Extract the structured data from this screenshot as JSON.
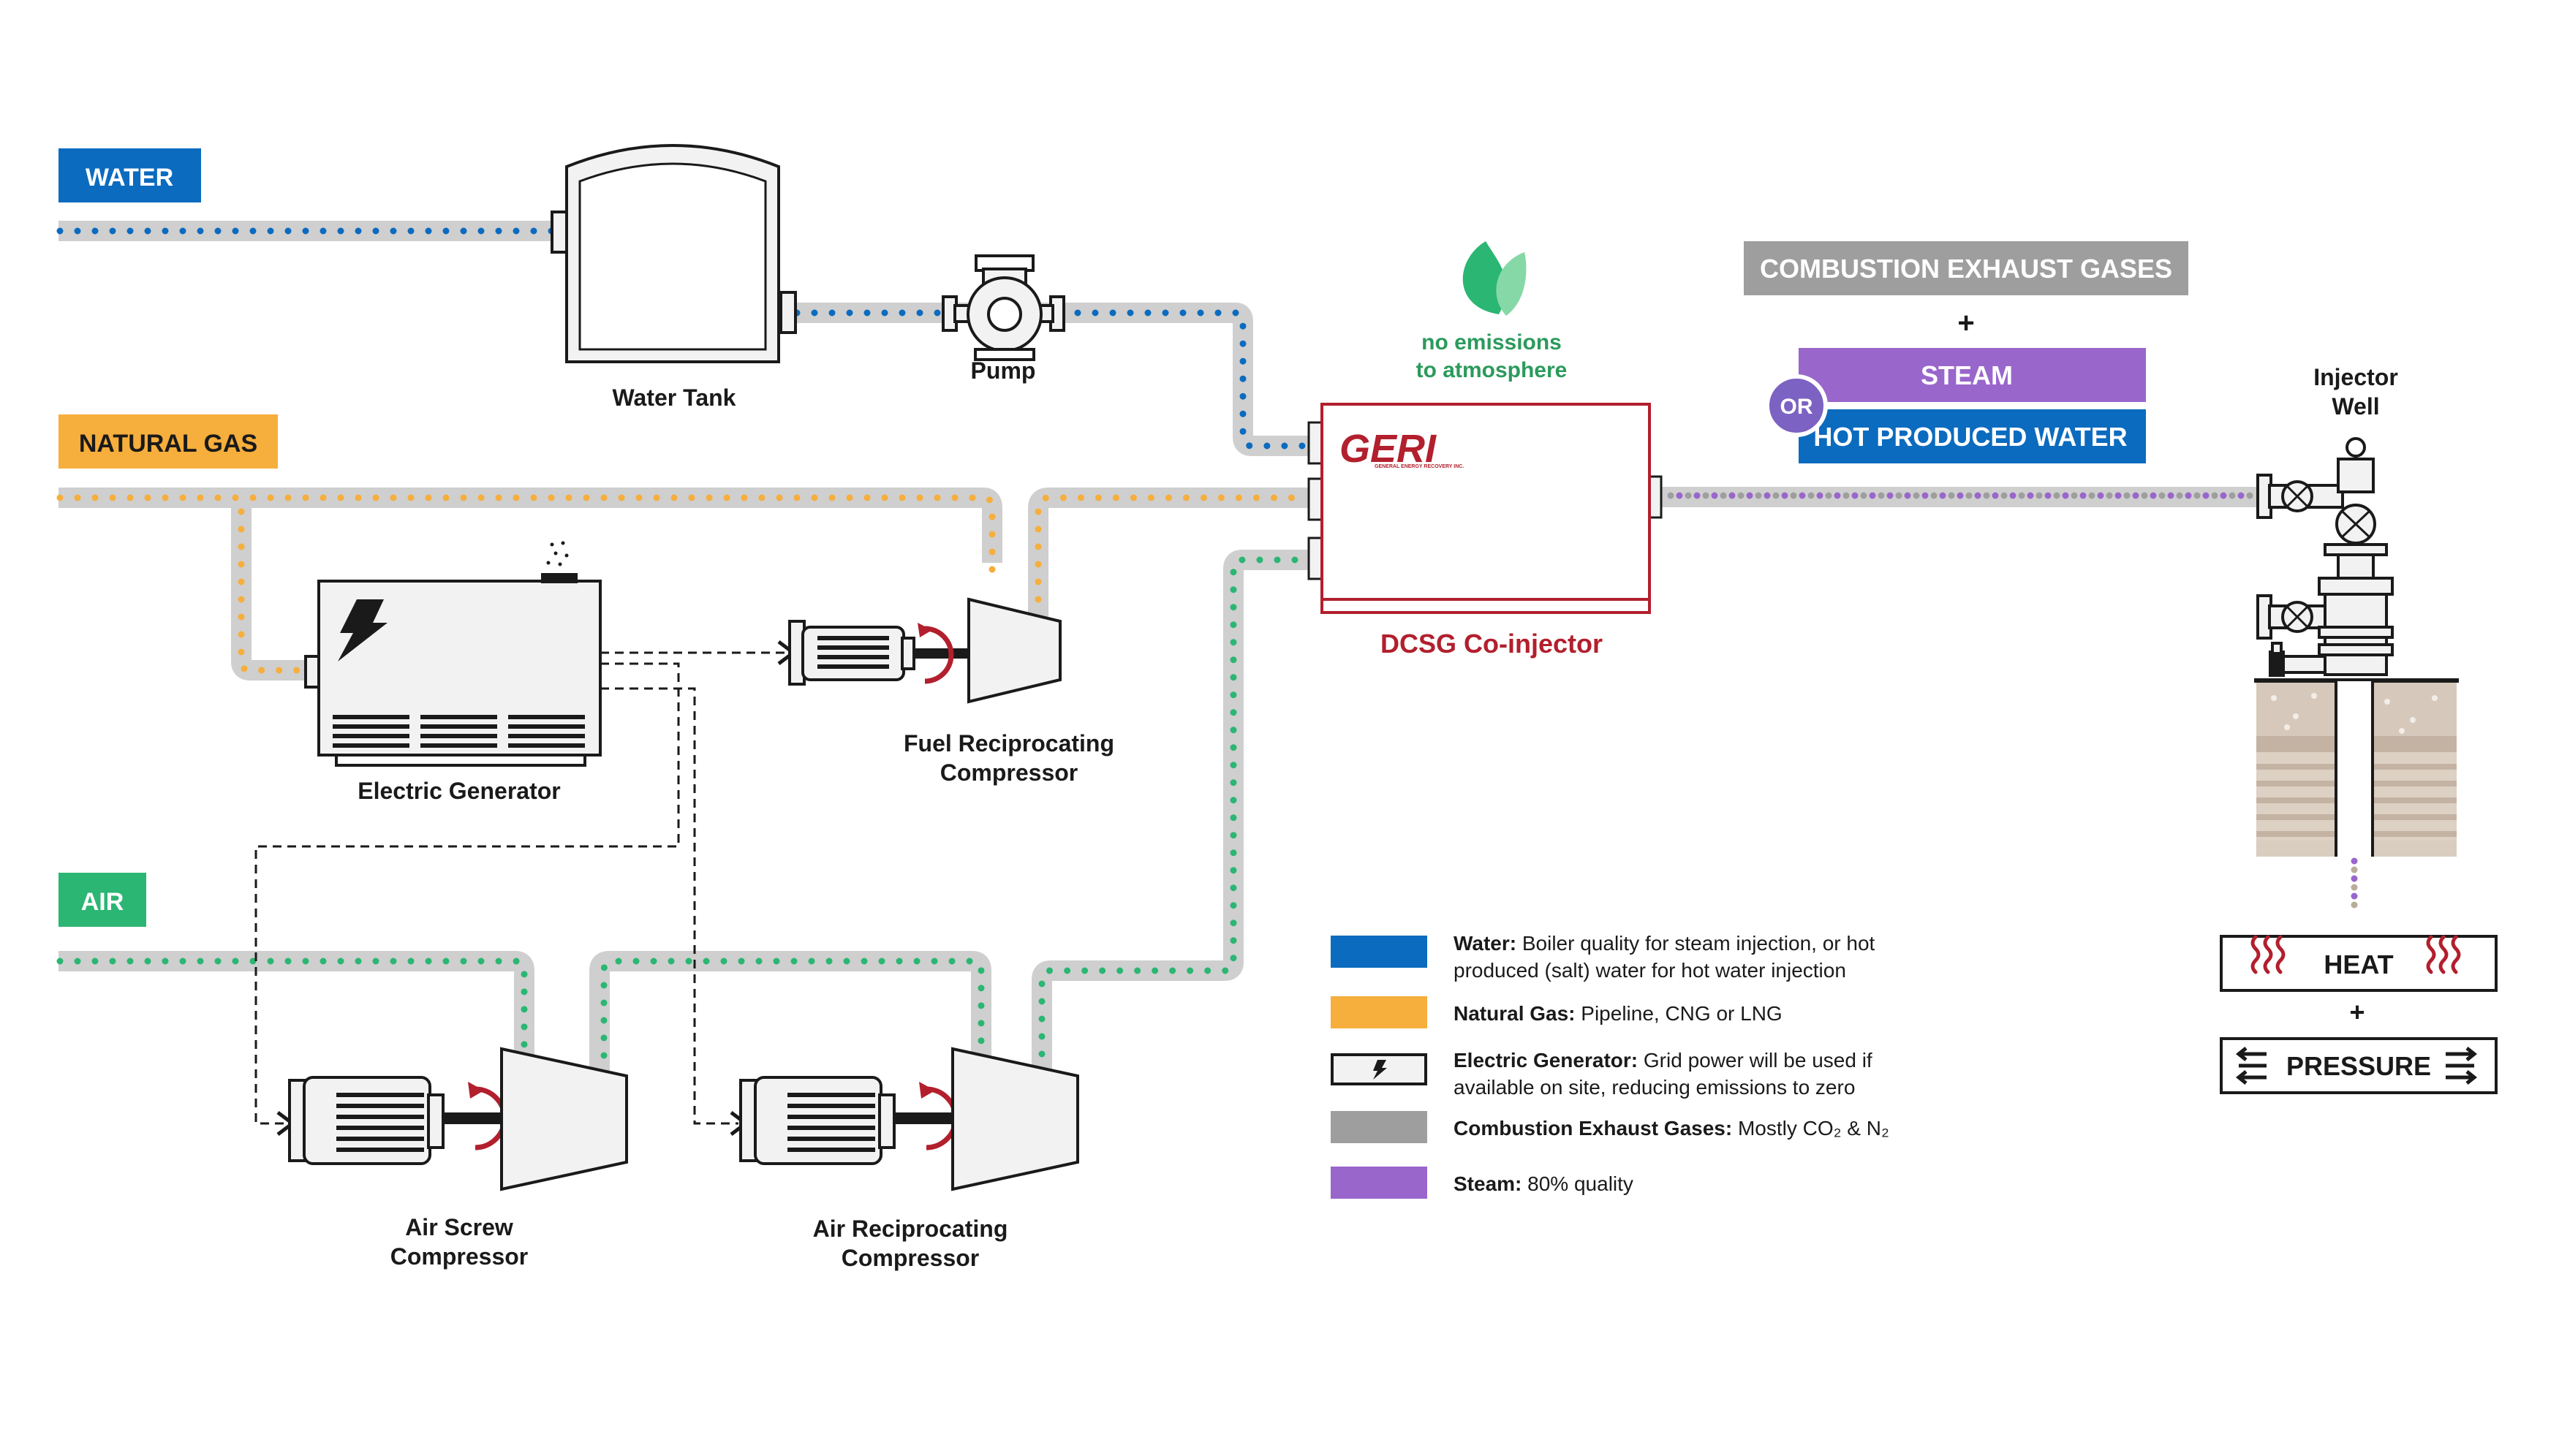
{
  "sources": {
    "water": "WATER",
    "natural_gas": "NATURAL GAS",
    "air": "AIR"
  },
  "equipment": {
    "water_tank": "Water Tank",
    "pump": "Pump",
    "electric_generator": "Electric Generator",
    "fuel_compressor_line1": "Fuel Reciprocating",
    "fuel_compressor_line2": "Compressor",
    "air_screw_line1": "Air Screw",
    "air_screw_line2": "Compressor",
    "air_recip_line1": "Air Reciprocating",
    "air_recip_line2": "Compressor",
    "dcsg": "DCSG Co-injector",
    "logo_text": "GERI",
    "logo_subtext": "GENERAL ENERGY RECOVERY INC."
  },
  "emissions": {
    "line1": "no emissions",
    "line2": "to atmosphere"
  },
  "outputs": {
    "exhaust": "COMBUSTION EXHAUST GASES",
    "plus": "+",
    "steam": "STEAM",
    "or": "OR",
    "hot_water": "HOT PRODUCED WATER"
  },
  "well": {
    "line1": "Injector",
    "line2": "Well",
    "heat": "HEAT",
    "plus": "+",
    "pressure": "PRESSURE"
  },
  "legend": [
    {
      "bold": "Water:",
      "line1": " Boiler quality for steam injection, or hot",
      "line2": "produced (salt) water for hot water injection",
      "color": "#0b6bbf"
    },
    {
      "bold": "Natural Gas:",
      "line1": " Pipeline, CNG or LNG",
      "line2": "",
      "color": "#f6ae3c"
    },
    {
      "bold": "Electric Generator:",
      "line1": " Grid power will be used if",
      "line2": "available on site, reducing emissions to zero",
      "color": "#f2f2f2"
    },
    {
      "bold": "Combustion Exhaust Gases:",
      "line1": " Mostly CO₂ & N₂",
      "line2": "",
      "color": "#9e9e9e"
    },
    {
      "bold": "Steam:",
      "line1": " 80% quality",
      "line2": "",
      "color": "#9966cc"
    }
  ],
  "colors": {
    "water": "#0b6bbf",
    "natural_gas": "#f6ae3c",
    "air": "#2bb673",
    "exhaust": "#9e9e9e",
    "steam": "#9966cc",
    "dcsg": "#b21f2d",
    "emissions": "#2bb673",
    "heat": "#b21f2d"
  }
}
